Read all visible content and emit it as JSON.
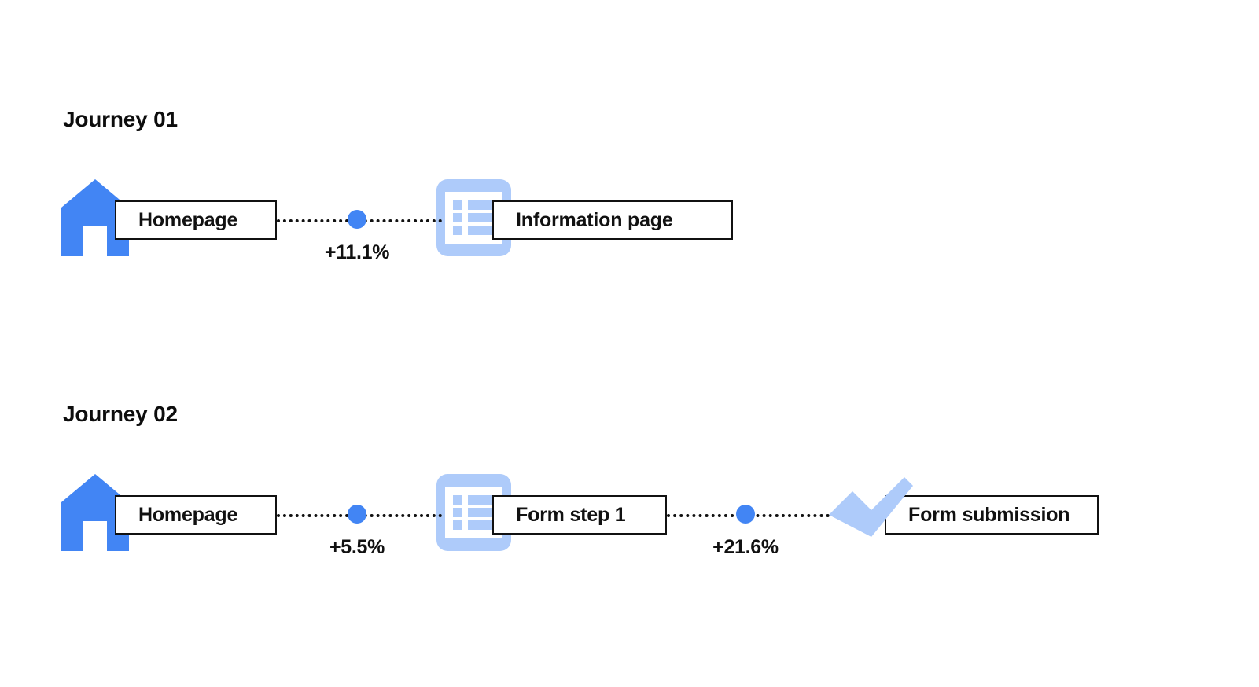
{
  "page": {
    "background": "#ffffff",
    "accent_blue": "#4285F4",
    "light_blue": "#AECBFA",
    "text_color": "#111111"
  },
  "journeys": [
    {
      "title": "Journey 01",
      "nodes": [
        {
          "label": "Homepage",
          "icon": "house-icon"
        },
        {
          "label": "Information page",
          "icon": "list-icon"
        }
      ],
      "connectors": [
        {
          "percent": "+11.1%"
        }
      ]
    },
    {
      "title": "Journey 02",
      "nodes": [
        {
          "label": "Homepage",
          "icon": "house-icon"
        },
        {
          "label": "Form step 1",
          "icon": "list-icon"
        },
        {
          "label": "Form submission",
          "icon": "check-icon"
        }
      ],
      "connectors": [
        {
          "percent": "+5.5%"
        },
        {
          "percent": "+21.6%"
        }
      ]
    }
  ]
}
